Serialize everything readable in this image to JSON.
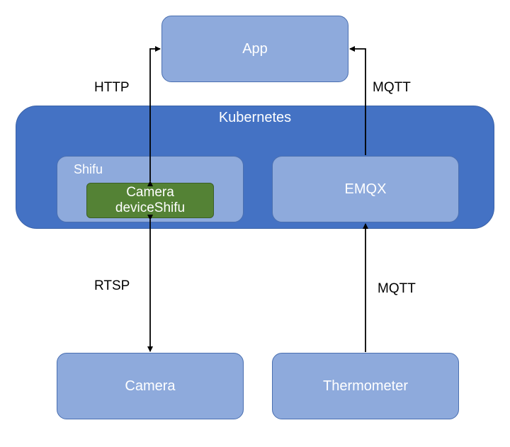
{
  "nodes": {
    "app": "App",
    "kubernetes": "Kubernetes",
    "shifu": "Shifu",
    "device_shifu_line1": "Camera",
    "device_shifu_line2": "deviceShifu",
    "emqx": "EMQX",
    "camera": "Camera",
    "thermometer": "Thermometer"
  },
  "edges": {
    "http": "HTTP",
    "mqtt_top": "MQTT",
    "rtsp": "RTSP",
    "mqtt_bottom": "MQTT"
  },
  "colors": {
    "node_fill": "#8eaadc",
    "cluster_fill": "#4472c4",
    "device_fill": "#548235"
  }
}
